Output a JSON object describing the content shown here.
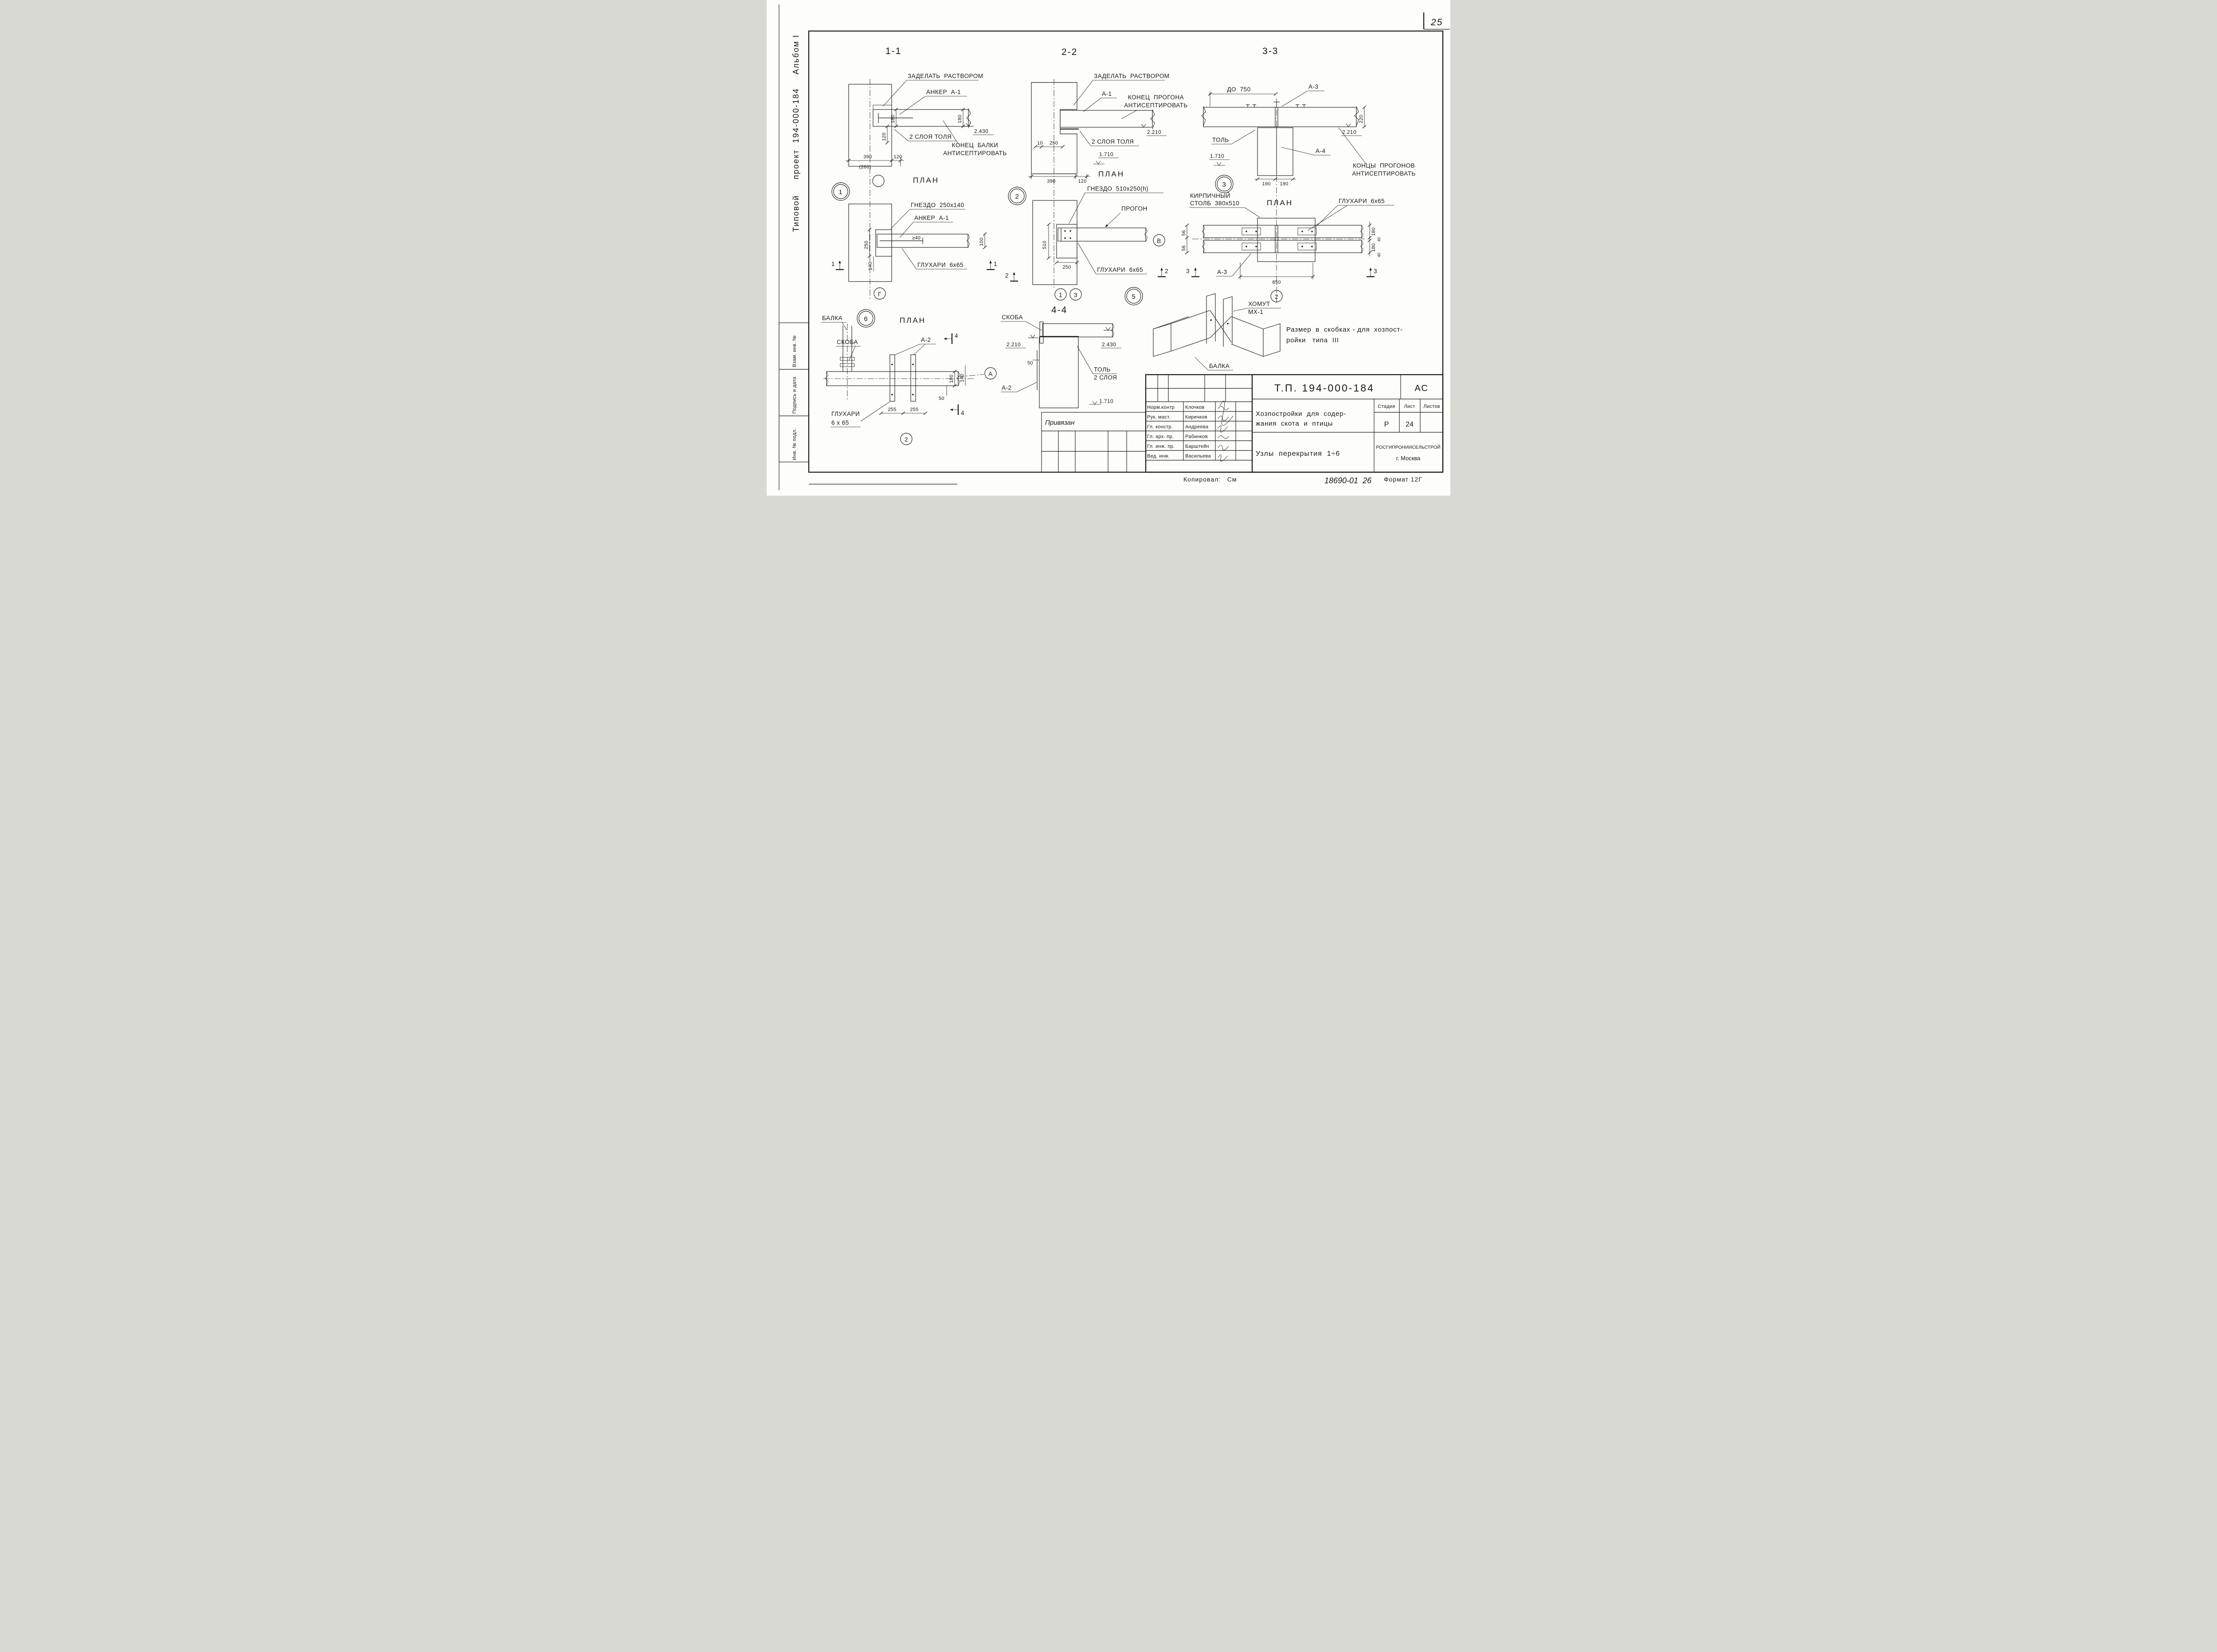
{
  "margin": {
    "side_title": "Типовой     проект  194-000-184",
    "album": "Альбом I",
    "stamp_top": "Взам. инв. №",
    "stamp_mid": "Подпись и дата",
    "stamp_bot": "Инв. № подл.",
    "sheet_no": "25"
  },
  "s1": {
    "t": "1-1",
    "seal": "ЗАДЕЛАТЬ  РАСТВОРОМ",
    "anker": "АНКЕР  А-1",
    "d180a": "180",
    "d180b": "180",
    "d120a": "120",
    "e2430": "2.430",
    "tol": "2 СЛОЯ ТОЛЯ",
    "be1": "КОНЕЦ  БАЛКИ",
    "be2": "АНТИСЕПТИРОВАТЬ",
    "d390": "390",
    "d260": "(260)",
    "d120b": "120",
    "plan": "ПЛАН",
    "node": "1",
    "gn": "ГНЕЗДО  250х140",
    "anker2": "АНКЕР  А-1",
    "d250": "250",
    "d40": "≥40",
    "d100": "100",
    "d140": "140",
    "glu": "ГЛУХАРИ  6х65",
    "m1a": "1",
    "m1b": "1",
    "cg": "Г"
  },
  "s2": {
    "t": "2-2",
    "seal": "ЗАДЕЛАТЬ  РАСТВОРОМ",
    "a1": "А-1",
    "pe1": "КОНЕЦ  ПРОГОНА",
    "pe2": "АНТИСЕПТИРОВАТЬ",
    "e2210": "2.210",
    "d10": "10",
    "d250": "250",
    "tol": "2 СЛОЯ ТОЛЯ",
    "e1710": "1.710",
    "d390": "390",
    "d120": "120",
    "plan": "ПЛАН",
    "node": "2",
    "gn": "ГНЕЗДО  510х250(h)",
    "progon": "ПРОГОН",
    "d510": "510",
    "d250b": "250",
    "glu": "ГЛУХАРИ  6х65",
    "m2a": "2",
    "m2b": "2",
    "c1": "1",
    "c3": "3"
  },
  "s3": {
    "t": "3-3",
    "d750": "ДО  750",
    "a3": "А-3",
    "d220": "220",
    "e2210": "2.210",
    "tol": "ТОЛЬ",
    "a4": "А-4",
    "e1710": "1.710",
    "pe1": "КОНЦЫ  ПРОГОНОВ",
    "pe2": "АНТИСЕПТИРОВАТЬ",
    "d190a": "190",
    "d190b": "190",
    "node": "3",
    "plan": "ПЛАН",
    "br1": "КИРПИЧНЫЙ",
    "br2": "СТОЛБ  380х510",
    "glu": "ГЛУХАРИ  6х65",
    "cv": "В",
    "d56a": "56",
    "d56b": "56",
    "a3b": "А-3",
    "d850": "850",
    "c2": "2",
    "d180a": "180",
    "d40a": "40",
    "d180b": "180",
    "d40b": "40",
    "m3a": "3",
    "m3b": "3"
  },
  "n6": {
    "balka": "БАЛКА",
    "node": "6",
    "plan": "ПЛАН",
    "skoba": "СКОБА",
    "a2": "А-2",
    "m4a": "4",
    "m4b": "4",
    "d140": "140",
    "d180": "180",
    "ca": "А",
    "d50": "50",
    "glu1": "ГЛУХАРИ",
    "glu2": "6 х 65",
    "d255a": "255",
    "d255b": "255",
    "c2": "2"
  },
  "s4": {
    "skoba": "СКОБА",
    "t": "4-4",
    "e2210": "2.210",
    "e2430": "2.430",
    "d50": "50",
    "tol1": "ТОЛЬ",
    "tol2": "2 СЛОЯ",
    "a2": "А-2",
    "e1710": "1.710"
  },
  "n5": {
    "node": "5"
  },
  "iso": {
    "homut1": "ХОМУТ",
    "homut2": "МХ-1",
    "balka": "БАЛКА"
  },
  "note": {
    "l1": "Размер  в  скобках - для  хозпост-",
    "l2": "ройки   типа  III"
  },
  "tb": {
    "doc": "Т.П. 194-000-184",
    "series": "АС",
    "privyazan": "Привязан",
    "rows": [
      {
        "role": "Норм.контр",
        "name": "Клочков"
      },
      {
        "role": "Рук. маст.",
        "name": "Киричков"
      },
      {
        "role": "Гл. констр.",
        "name": "Андреева"
      },
      {
        "role": "Гл. арх. пр.",
        "name": "Рабинков"
      },
      {
        "role": "Гл. инж. пр.",
        "name": "Барштейн"
      },
      {
        "role": "Вед. инж.",
        "name": "Васильева"
      }
    ],
    "title1": "Хозпостройки  для  содер-",
    "title2": "жания  скота  и  птицы",
    "stage_h": "Стадия",
    "sheet_h": "Лист",
    "sheets_h": "Листов",
    "stage": "Р",
    "sheet": "24",
    "subtitle": "Узлы  перекрытия  1÷6",
    "org1": "РОСГИПРОНИИСЕЛЬСТРОЙ",
    "org2": "г. Москва",
    "copied": "Копировал:   См",
    "order": "18690-01  26",
    "format": "Формат 12Г"
  }
}
